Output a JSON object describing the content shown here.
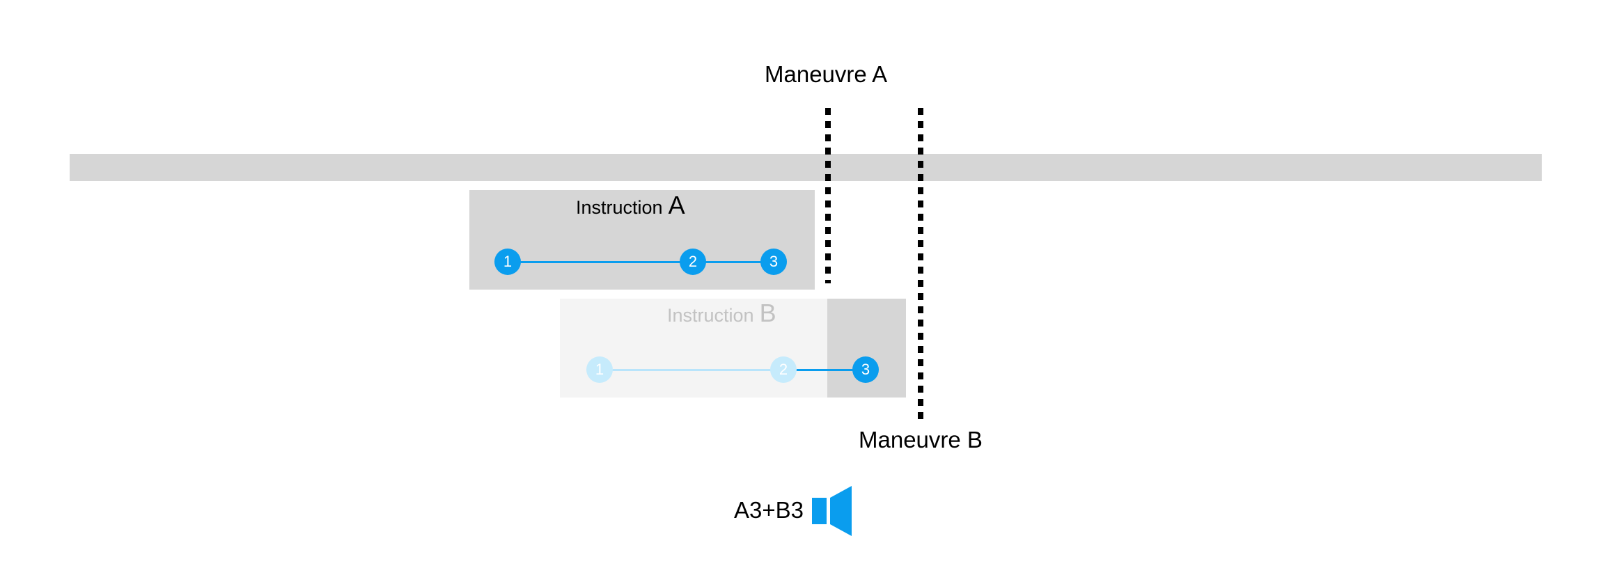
{
  "maneuvers": {
    "a_label": "Maneuvre A",
    "b_label": "Maneuvre B"
  },
  "instruction_a": {
    "word": "Instruction",
    "letter": "A",
    "steps": [
      "1",
      "2",
      "3"
    ]
  },
  "instruction_b": {
    "word": "Instruction",
    "letter": "B",
    "steps": [
      "1",
      "2",
      "3"
    ]
  },
  "combined_output": {
    "label": "A3+B3",
    "icon": "speaker-icon"
  },
  "colors": {
    "road": "#d6d6d6",
    "active_step": "#0a9dee",
    "inactive_step": "#c6ebfc",
    "instruction_b_background": "#f4f4f4",
    "maneuver_line": "#000000"
  }
}
